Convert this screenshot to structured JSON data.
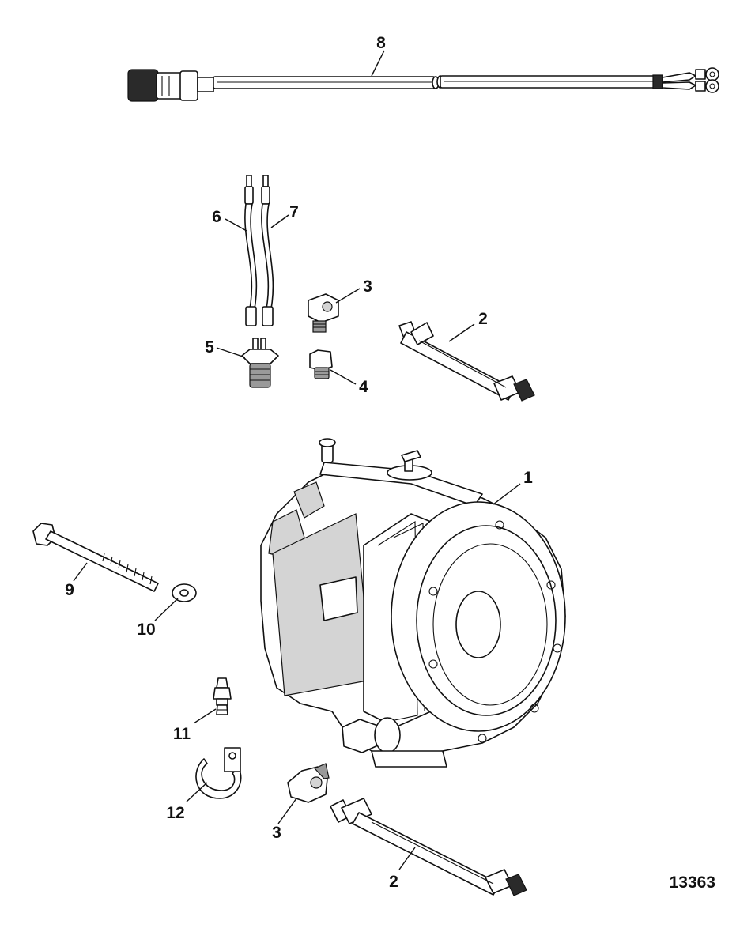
{
  "figure": {
    "figure_number": "13363",
    "callouts": [
      {
        "id": "c8",
        "label": "8"
      },
      {
        "id": "c6",
        "label": "6"
      },
      {
        "id": "c7",
        "label": "7"
      },
      {
        "id": "c3a",
        "label": "3"
      },
      {
        "id": "c2a",
        "label": "2"
      },
      {
        "id": "c5",
        "label": "5"
      },
      {
        "id": "c4",
        "label": "4"
      },
      {
        "id": "c1",
        "label": "1"
      },
      {
        "id": "c9",
        "label": "9"
      },
      {
        "id": "c10",
        "label": "10"
      },
      {
        "id": "c11",
        "label": "11"
      },
      {
        "id": "c12",
        "label": "12"
      },
      {
        "id": "c3b",
        "label": "3"
      },
      {
        "id": "c2b",
        "label": "2"
      }
    ]
  }
}
